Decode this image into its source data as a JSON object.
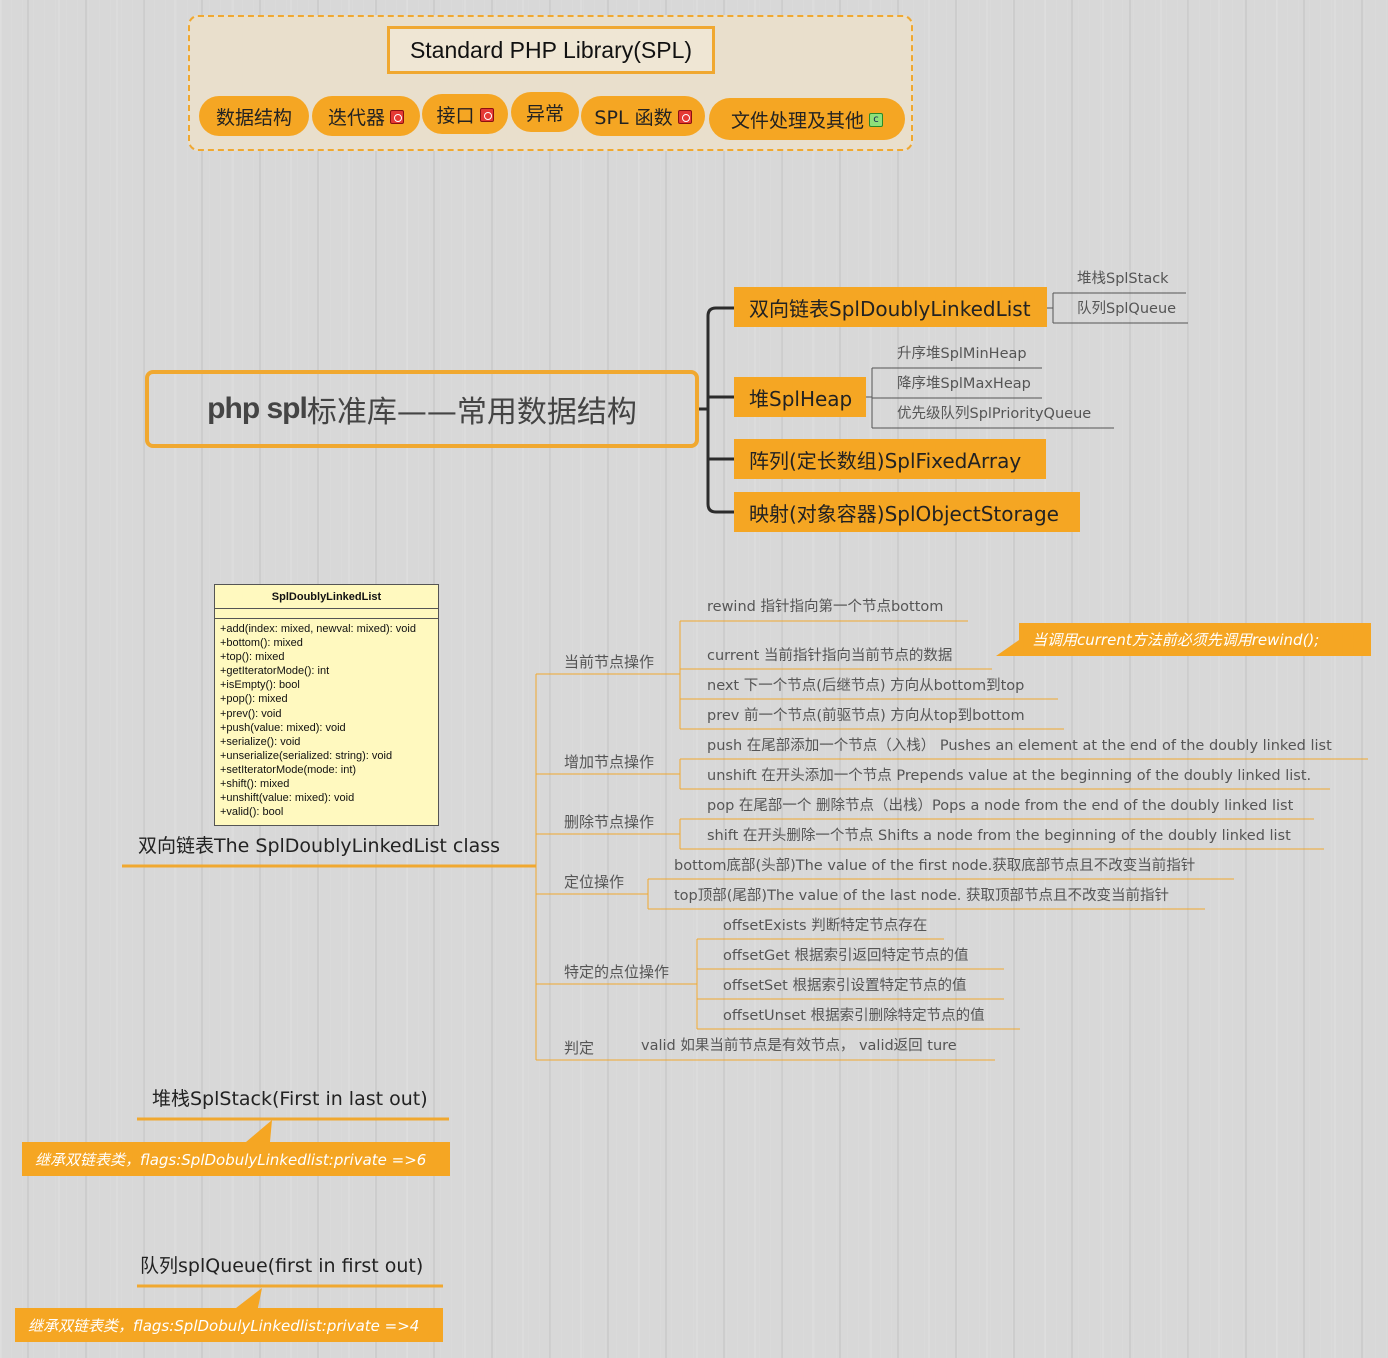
{
  "spl": {
    "title": "Standard PHP Library(SPL)",
    "items": [
      {
        "label": "数据结构"
      },
      {
        "label": "迭代器",
        "marker": "red-icon"
      },
      {
        "label": "接口",
        "marker": "red-icon"
      },
      {
        "label": "异常"
      },
      {
        "label": "SPL 函数",
        "marker": "red-icon"
      },
      {
        "label": "文件处理及其他",
        "marker": "c",
        "marker_color": "#8ee07a"
      }
    ]
  },
  "main": {
    "topic_en": "php spl",
    "topic_zh": "标准库——常用数据结构",
    "branches": [
      {
        "label": "双向链表SplDoublyLinkedList",
        "children": [
          "堆栈SplStack",
          "队列SplQueue"
        ]
      },
      {
        "label": "堆SplHeap",
        "children": [
          "升序堆SplMinHeap",
          "降序堆SplMaxHeap",
          "优先级队列SplPriorityQueue"
        ]
      },
      {
        "label": "阵列(定长数组)SplFixedArray"
      },
      {
        "label": "映射(对象容器)SplObjectStorage"
      }
    ]
  },
  "uml": {
    "class_name": "SplDoublyLinkedList",
    "methods": [
      "+add(index: mixed, newval: mixed): void",
      "+bottom(): mixed",
      "+top(): mixed",
      "+getIteratorMode(): int",
      "+isEmpty(): bool",
      "+pop(): mixed",
      "+prev(): void",
      "+push(value: mixed): void",
      "+serialize(): void",
      "+unserialize(serialized: string): void",
      "+setIteratorMode(mode: int)",
      "+shift(): mixed",
      "+unshift(value: mixed): void",
      "+valid(): bool"
    ],
    "caption": "双向链表The SplDoublyLinkedList class"
  },
  "ops": {
    "categories": [
      "当前节点操作",
      "增加节点操作",
      "删除节点操作",
      "定位操作",
      "特定的点位操作",
      "判定"
    ],
    "current": [
      "rewind  指针指向第一个节点bottom",
      "current  当前指针指向当前节点的数据",
      "next  下一个节点(后继节点)  方向从bottom到top",
      "prev  前一个节点(前驱节点)  方向从top到bottom"
    ],
    "current_note": "当调用current方法前必须先调用rewind();",
    "add": [
      "push  在尾部添加一个节点（入栈）  Pushes an element at the end of the doubly linked list",
      "unshift  在开头添加一个节点  Prepends value at the beginning of the doubly linked list."
    ],
    "delete": [
      "pop  在尾部一个 删除节点（出栈）Pops a node from the end of the doubly linked list",
      "shift  在开头删除一个节点   Shifts a node from the beginning of the doubly linked list"
    ],
    "locate": [
      "bottom底部(头部)The value of the first node.获取底部节点且不改变当前指针",
      "top顶部(尾部)The value of the last node. 获取顶部节点且不改变当前指针"
    ],
    "specific": [
      "offsetExists 判断特定节点存在",
      "offsetGet   根据索引返回特定节点的值",
      "offsetSet   根据索引设置特定节点的值",
      "offsetUnset  根据索引删除特定节点的值"
    ],
    "judge": "valid   如果当前节点是有效节点，  valid返回 ture"
  },
  "stack": {
    "title": "堆栈SplStack(First in last out)",
    "note": "继承双链表类，flags:SplDobulyLinkedlist:private =>6"
  },
  "queue": {
    "title": "队列splQueue(first in first out)",
    "note": "继承双链表类，flags:SplDobulyLinkedlist:private =>4"
  },
  "colors": {
    "accent": "#f5a623",
    "accent_border": "#f0a830",
    "uml_fill": "#fff9bf"
  }
}
